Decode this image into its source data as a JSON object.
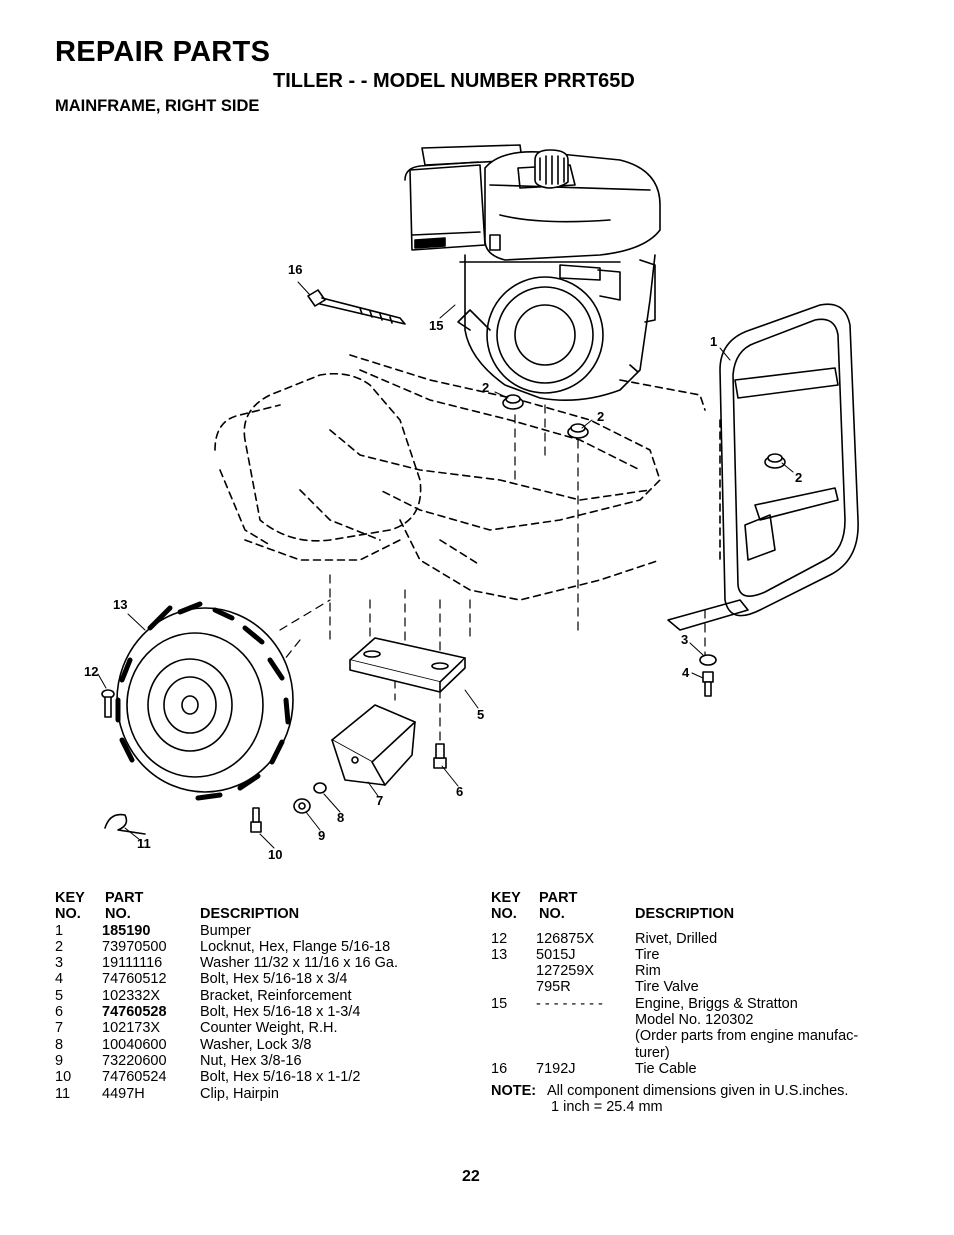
{
  "header": {
    "title": "REPAIR PARTS",
    "subtitle": "TILLER - - MODEL NUMBER PRRT65D",
    "section": "MAINFRAME, RIGHT SIDE"
  },
  "callouts": [
    "16",
    "15",
    "1",
    "2",
    "2",
    "2",
    "13",
    "12",
    "3",
    "4",
    "5",
    "6",
    "7",
    "8",
    "9",
    "10",
    "11"
  ],
  "table_headers": {
    "key_top": "KEY",
    "key_bottom": "NO.",
    "part_top": "PART",
    "part_bottom": "NO.",
    "description": "DESCRIPTION"
  },
  "parts_left": [
    {
      "key": "1",
      "part": "185190",
      "desc": "Bumper",
      "bold": true
    },
    {
      "key": "2",
      "part": "73970500",
      "desc": "Locknut, Hex, Flange  5/16-18"
    },
    {
      "key": "3",
      "part": "19111116",
      "desc": "Washer  11/32 x 11/16 x 16 Ga."
    },
    {
      "key": "4",
      "part": "74760512",
      "desc": "Bolt, Hex  5/16-18 x 3/4"
    },
    {
      "key": "5",
      "part": "102332X",
      "desc": "Bracket, Reinforcement"
    },
    {
      "key": "6",
      "part": "74760528",
      "desc": "Bolt, Hex  5/16-18 x 1-3/4",
      "bold": true
    },
    {
      "key": "7",
      "part": "102173X",
      "desc": "Counter Weight, R.H."
    },
    {
      "key": "8",
      "part": "10040600",
      "desc": "Washer, Lock  3/8"
    },
    {
      "key": "9",
      "part": "73220600",
      "desc": "Nut, Hex  3/8-16"
    },
    {
      "key": "10",
      "part": "74760524",
      "desc": "Bolt, Hex  5/16-18 x 1-1/2"
    },
    {
      "key": "11",
      "part": "4497H",
      "desc": "Clip, Hairpin"
    }
  ],
  "parts_right": [
    {
      "key": "12",
      "part": "126875X",
      "desc": "Rivet, Drilled"
    },
    {
      "key": "13",
      "part": "5015J",
      "desc": "Tire"
    },
    {
      "key": "",
      "part": "127259X",
      "desc": "Rim"
    },
    {
      "key": "",
      "part": "795R",
      "desc": "Tire Valve"
    },
    {
      "key": "15",
      "part": "- - - - - - - -",
      "desc": "Engine, Briggs & Stratton"
    },
    {
      "key": "",
      "part": "",
      "desc": "Model No. 120302"
    },
    {
      "key": "",
      "part": "",
      "desc": "(Order parts from engine manufac-"
    },
    {
      "key": "",
      "part": "",
      "desc": "turer)"
    },
    {
      "key": "16",
      "part": "7192J",
      "desc": "Tie Cable"
    }
  ],
  "note": {
    "label": "NOTE:",
    "line1": "All component dimensions given in U.S.inches.",
    "line2": "1 inch = 25.4 mm"
  },
  "page_number": "22"
}
